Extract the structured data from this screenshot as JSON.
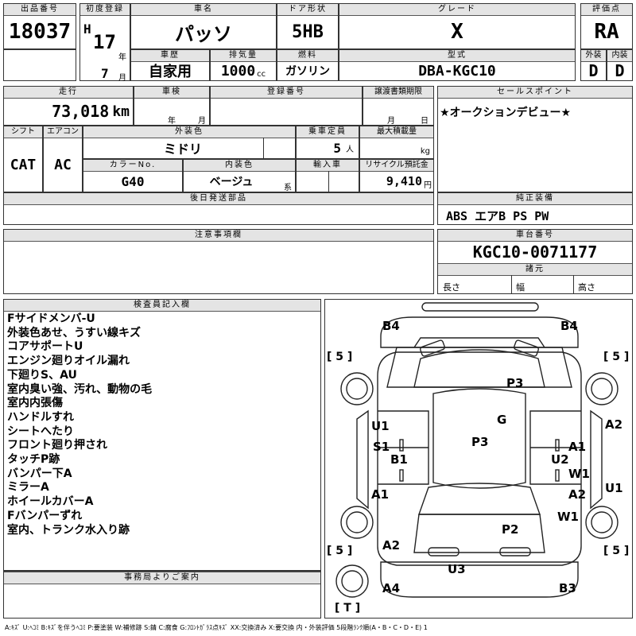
{
  "header": {
    "lot_no_label": "出品番号",
    "lot_no": "18037",
    "first_reg_label": "初度登録",
    "era": "H",
    "year": "17",
    "year_unit": "年",
    "month": "7",
    "month_unit": "月",
    "car_name_label": "車名",
    "car_name": "パッソ",
    "door_label": "ドア形状",
    "door": "5HB",
    "grade_label": "グレード",
    "grade": "X",
    "score_label": "評価点",
    "score": "RA",
    "history_label": "車歴",
    "history": "自家用",
    "displacement_label": "排気量",
    "displacement": "1000",
    "displacement_unit": "cc",
    "fuel_label": "燃料",
    "fuel": "ガソリン",
    "model_label": "型式",
    "model": "DBA-KGC10",
    "ext_label": "外装",
    "ext": "D",
    "int_label": "内装",
    "int": "D"
  },
  "row2": {
    "mileage_label": "走行",
    "mileage": "73,018",
    "mileage_unit": "km",
    "inspection_label": "車検",
    "insp_year_unit": "年",
    "insp_month_unit": "月",
    "reg_no_label": "登録番号",
    "transfer_label": "譲渡書類期限",
    "transfer_month_unit": "月",
    "transfer_day_unit": "日",
    "shift_label": "シフト",
    "shift": "CAT",
    "ac_label": "エアコン",
    "ac": "AC",
    "color_label": "外装色",
    "color": "ミドリ",
    "capacity_label": "乗車定員",
    "capacity": "5",
    "capacity_unit": "人",
    "load_label": "最大積載量",
    "load_unit": "kg",
    "color_no_label": "カラーNo.",
    "color_no": "G40",
    "interior_color_label": "内装色",
    "interior_color": "ベージュ",
    "interior_color_unit": "系",
    "import_label": "輸入車",
    "recycle_label": "リサイクル預託金",
    "recycle": "9,410",
    "recycle_unit": "円",
    "later_parts_label": "後日発送部品"
  },
  "sales": {
    "label": "セールスポイント",
    "text": "★オークションデビュー★",
    "equipment_label": "純正装備",
    "equipment": "ABS エアB PS PW"
  },
  "notes": {
    "label": "注意事項欄"
  },
  "chassis": {
    "label": "車台番号",
    "value": "KGC10-0071177",
    "dims_label": "諸元",
    "length": "長さ",
    "width": "幅",
    "height": "高さ"
  },
  "inspector": {
    "label": "検査員記入欄",
    "lines": [
      "Fサイドメンバ-U",
      "外装色あせ、うすい線キズ",
      "コアサポートU",
      "エンジン廻りオイル漏れ",
      "下廻りS、AU",
      "室内臭い強、汚れ、動物の毛",
      "室内内張傷",
      "ハンドルすれ",
      "シートへたり",
      "フロント廻り押され",
      "タッチP跡",
      "バンパー下A",
      "ミラーA",
      "ホイールカバーA",
      "Fバンパーずれ",
      "室内、トランク水入り跡"
    ]
  },
  "office": {
    "label": "事務局よりご案内"
  },
  "diagram": {
    "marks": {
      "b4_left": "B4",
      "b4_right": "B4",
      "tire_fl": "[ 5 ]",
      "tire_fr": "[ 5 ]",
      "tire_rl": "[ 5 ]",
      "tire_rr": "[ 5 ]",
      "spare": "[ T ]",
      "p3_hood": "P3",
      "g": "G",
      "p3_roof": "P3",
      "u1_left": "U1",
      "s1_left": "S1",
      "b1_left": "B1",
      "a1_left": "A1",
      "a2_right": "A2",
      "a1_right": "A1",
      "u2_right": "U2",
      "w1_right": "W1",
      "a2_right_low": "A2",
      "u1_right": "U1",
      "w1_right_low": "W1",
      "p2": "P2",
      "a2_left": "A2",
      "u3": "U3",
      "a4": "A4",
      "b3": "B3"
    }
  },
  "legend": "A:ｷｽﾞ U:ﾍｺﾐ B:ｷｽﾞを伴うﾍｺﾐ P:要塗装 W:補修跡 S:錆 C:腐食 G:ﾌﾛﾝﾄｶﾞﾗｽ点ｷｽﾞ XX:交換済み X:要交換 内・外装評価 5段階ﾗﾝｸ順(A・B・C・D・E) 1"
}
